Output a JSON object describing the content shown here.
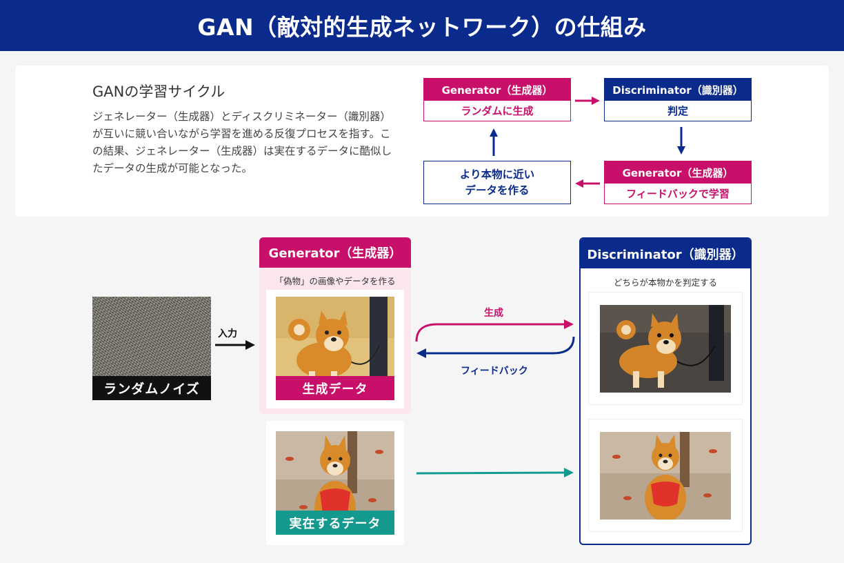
{
  "header": {
    "title": "GAN（敵対的生成ネットワーク）の仕組み"
  },
  "cycle": {
    "title": "GANの学習サイクル",
    "description": "ジェネレーター（生成器）とディスクリミネーター（識別器）が互いに競い合いながら学習を進める反復プロセスを指す。この結果、ジェネレーター（生成器）は実在するデータに酷似したデータの生成が可能となった。",
    "box_generator": {
      "title": "Generator（生成器）",
      "sub": "ランダムに生成"
    },
    "box_discriminator": {
      "title": "Discriminator（識別器）",
      "sub": "判定"
    },
    "box_feedback": {
      "title": "Generator（生成器）",
      "sub": "フィードバックで学習"
    },
    "box_result": {
      "line1": "より本物に近い",
      "line2": "データを作る"
    }
  },
  "flow": {
    "noise_label": "ランダムノイズ",
    "input_label": "入力",
    "generator": {
      "title": "Generator（生成器）",
      "sub": "「偽物」の画像やデータを作る",
      "tag": "生成データ"
    },
    "real": {
      "tag": "実在するデータ"
    },
    "generate_label": "生成",
    "feedback_label": "フィードバック",
    "discriminator": {
      "title": "Discriminator（識別器）",
      "sub": "どちらが本物かを判定する"
    }
  },
  "colors": {
    "navy": "#0a2a8c",
    "pink": "#c8106a",
    "teal": "#14998f",
    "background": "#f5f5f6"
  }
}
